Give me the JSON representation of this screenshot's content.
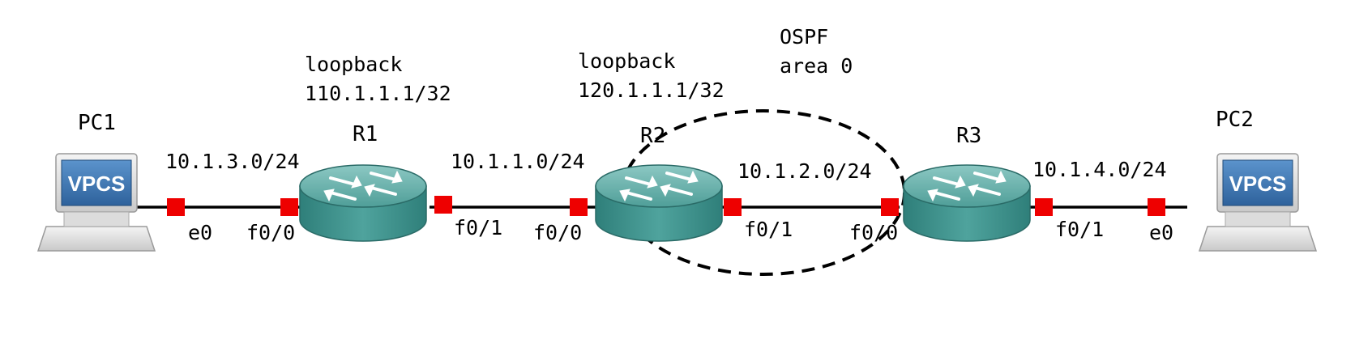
{
  "devices": {
    "pc1": {
      "name": "PC1",
      "screen_text": "VPCS"
    },
    "pc2": {
      "name": "PC2",
      "screen_text": "VPCS"
    },
    "r1": {
      "name": "R1"
    },
    "r2": {
      "name": "R2"
    },
    "r3": {
      "name": "R3"
    }
  },
  "loopbacks": {
    "r1": {
      "label": "loopback",
      "address": "110.1.1.1/32"
    },
    "r2": {
      "label": "loopback",
      "address": "120.1.1.1/32"
    }
  },
  "ospf": {
    "line1": "OSPF",
    "line2": "area 0"
  },
  "links": [
    {
      "network": "10.1.3.0/24",
      "if_a": "e0",
      "if_b": "f0/0"
    },
    {
      "network": "10.1.1.0/24",
      "if_a": "f0/1",
      "if_b": "f0/0"
    },
    {
      "network": "10.1.2.0/24",
      "if_a": "f0/1",
      "if_b": "f0/0"
    },
    {
      "network": "10.1.4.0/24",
      "if_a": "f0/1",
      "if_b": "e0"
    }
  ],
  "colors": {
    "router_body": "#3d8f8a",
    "router_top": "#6fb7b1",
    "port": "#ee0000",
    "vpcs_screen": "#3f78b4"
  }
}
